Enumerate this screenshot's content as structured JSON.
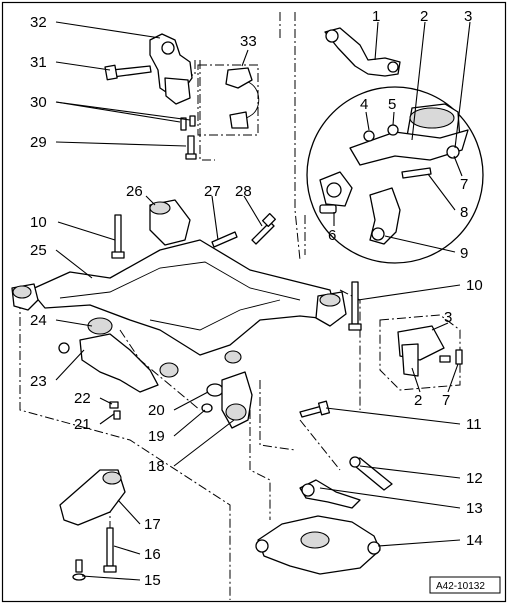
{
  "diagram": {
    "callouts": [
      {
        "id": "c1",
        "label": "1"
      },
      {
        "id": "c2",
        "label": "2"
      },
      {
        "id": "c3",
        "label": "3"
      },
      {
        "id": "c4",
        "label": "4"
      },
      {
        "id": "c5",
        "label": "5"
      },
      {
        "id": "c6",
        "label": "6"
      },
      {
        "id": "c7",
        "label": "7"
      },
      {
        "id": "c8",
        "label": "8"
      },
      {
        "id": "c9",
        "label": "9"
      },
      {
        "id": "c10a",
        "label": "10"
      },
      {
        "id": "c10b",
        "label": "10"
      },
      {
        "id": "c11",
        "label": "11"
      },
      {
        "id": "c12",
        "label": "12"
      },
      {
        "id": "c13",
        "label": "13"
      },
      {
        "id": "c14",
        "label": "14"
      },
      {
        "id": "c15",
        "label": "15"
      },
      {
        "id": "c16",
        "label": "16"
      },
      {
        "id": "c17",
        "label": "17"
      },
      {
        "id": "c18",
        "label": "18"
      },
      {
        "id": "c19",
        "label": "19"
      },
      {
        "id": "c20",
        "label": "20"
      },
      {
        "id": "c21",
        "label": "21"
      },
      {
        "id": "c22",
        "label": "22"
      },
      {
        "id": "c23",
        "label": "23"
      },
      {
        "id": "c24",
        "label": "24"
      },
      {
        "id": "c25",
        "label": "25"
      },
      {
        "id": "c26",
        "label": "26"
      },
      {
        "id": "c27",
        "label": "27"
      },
      {
        "id": "c28",
        "label": "28"
      },
      {
        "id": "c29",
        "label": "29"
      },
      {
        "id": "c30",
        "label": "30"
      },
      {
        "id": "c31",
        "label": "31"
      },
      {
        "id": "c32",
        "label": "32"
      },
      {
        "id": "c33",
        "label": "33"
      },
      {
        "id": "c2b",
        "label": "2"
      },
      {
        "id": "c3b",
        "label": "3"
      },
      {
        "id": "c7b",
        "label": "7"
      }
    ],
    "reference_code": "A42-10132"
  }
}
